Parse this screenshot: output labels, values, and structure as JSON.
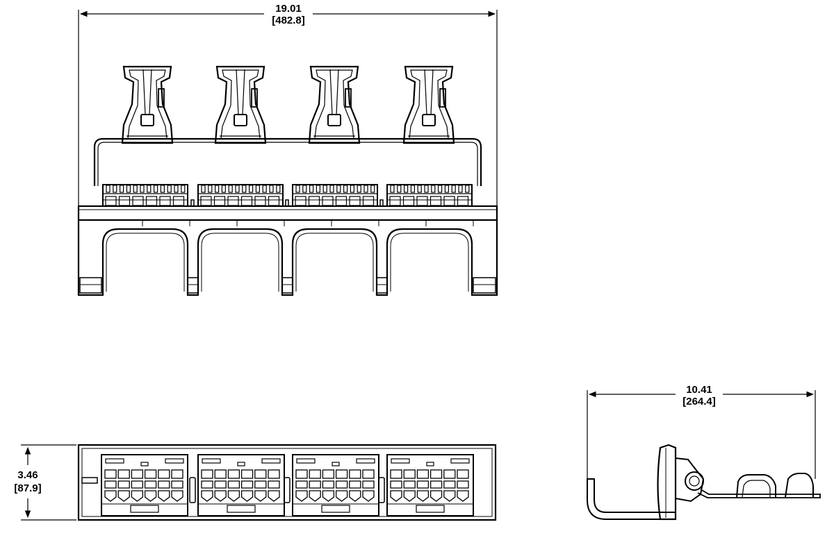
{
  "drawing": {
    "top_view": {
      "width_in": "19.01",
      "width_mm": "[482.8]",
      "module_count": 4
    },
    "front_view": {
      "height_in": "3.46",
      "height_mm": "[87.9]",
      "module_count": 4
    },
    "side_view": {
      "depth_in": "10.41",
      "depth_mm": "[264.4]"
    }
  }
}
